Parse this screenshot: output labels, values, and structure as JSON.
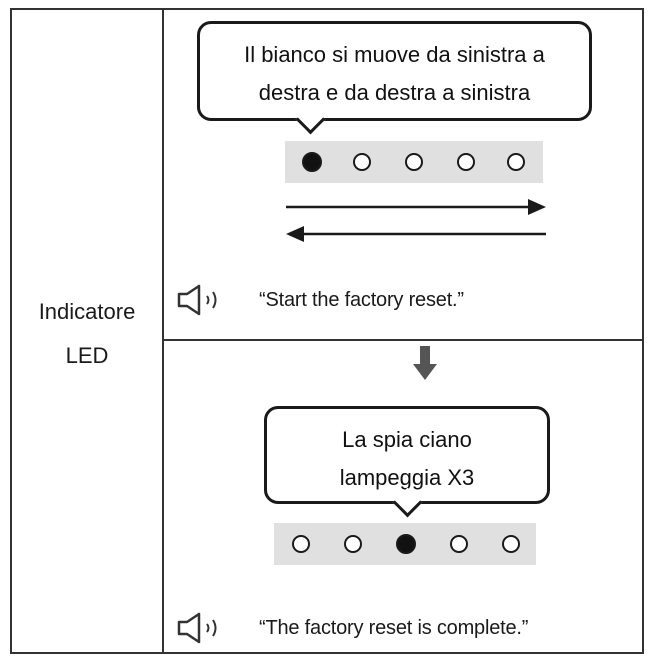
{
  "row_label": [
    "Indicatore",
    "LED"
  ],
  "step1": {
    "bubble_lines": [
      "Il bianco si muove da sinistra a",
      "destra e da destra a sinistra"
    ],
    "leds": [
      true,
      false,
      false,
      false,
      false
    ],
    "direction_arrows": [
      "arrow-right-icon",
      "arrow-left-icon"
    ],
    "voice_icon": "speaker-icon",
    "voice_message": "“Start the factory reset.”"
  },
  "transition_icon": "arrow-down-icon",
  "step2": {
    "bubble_lines": [
      "La spia ciano",
      "lampeggia X3"
    ],
    "leds": [
      false,
      false,
      true,
      false,
      false
    ],
    "voice_icon": "speaker-icon",
    "voice_message": "“The factory reset is complete.”"
  },
  "colors": {
    "border": "#333333",
    "led_bar": "#e0e0e0",
    "led_on": "#111111",
    "arrow_gray": "#555555"
  }
}
